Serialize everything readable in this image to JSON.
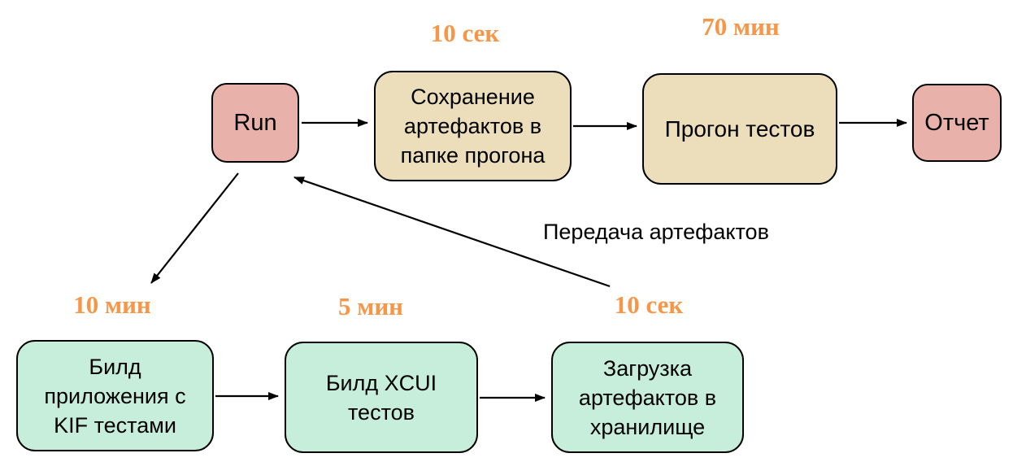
{
  "colors": {
    "background": "#ffffff",
    "node-pink": "#e8b2aa",
    "node-tan": "#ecddbb",
    "node-green": "#c6eeda",
    "time-label": "#f79646",
    "line": "#000000",
    "text": "#000000"
  },
  "nodes": {
    "run": {
      "label": "Run"
    },
    "save_artifacts": {
      "label": [
        "Сохранение",
        "артефактов в",
        "папке прогона"
      ],
      "time": "10 сек"
    },
    "run_tests": {
      "label": "Прогон тестов",
      "time": "70 мин"
    },
    "report": {
      "label": "Отчет"
    },
    "build_app": {
      "label": [
        "Билд",
        "приложения с",
        "KIF тестами"
      ],
      "time": "10 мин"
    },
    "build_xcui": {
      "label": [
        "Билд XCUI",
        "тестов"
      ],
      "time": "5 мин"
    },
    "upload_artifacts": {
      "label": [
        "Загрузка",
        "артефактов в",
        "хранилище"
      ],
      "time": "10 сек"
    }
  },
  "edges": {
    "upload_to_run_label": "Передача артефактов"
  }
}
